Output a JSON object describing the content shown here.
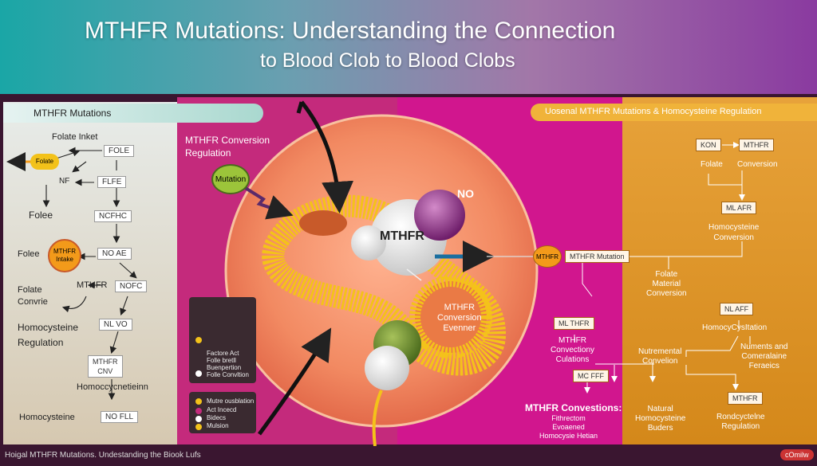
{
  "header": {
    "title_line1": "MTHFR Mutations: Understanding the Connection",
    "title_line2": "to Blood Clob to Blood Clobs"
  },
  "left_panel": {
    "bar_title": "MTHFR Mutations",
    "folate_inket": "Folate Inket",
    "folate_pill": "Folate",
    "nf": "NF",
    "folee1": "Folee",
    "folee2": "Folee",
    "mthfr_intake": "MTHFR Intake",
    "folate_convrie": "Folate\nConvrie",
    "mthfr_small": "MTHFR",
    "homocysteine_regulation": "Homocysteine\nRegulation",
    "mthfr_cnv": "MTHFR\nCNV",
    "homocycnetieinn": "Homoccycnetieinn",
    "homocysteine_bottom": "Homocysteine",
    "boxes": [
      "FOLE",
      "FLFE",
      "NCFHC",
      "NO AE",
      "NOFC",
      "NL VO",
      "NO FLL"
    ]
  },
  "center": {
    "conversion_regulation": "MTHFR Conversion\nRegulation",
    "mutation_pill": "Mutation",
    "mthfr_main": "MTHFR",
    "no_label": "NO",
    "inner_caption": "MTHFR\nConversion\nEvenner",
    "legend1": [
      "Factore Act",
      "Folle bretll",
      "Buenpertion",
      "Folle Convltion"
    ],
    "legend2": [
      "Mutre ousblation",
      "Act Incecd",
      "Bidecs",
      "Mulsion"
    ]
  },
  "right_panel": {
    "bar_title": "Uosenal MTHFR Mutations  &  Homocysteine Regulation",
    "kon_box": "KON",
    "mthfr_box1": "MTHFR",
    "folate": "Folate",
    "conversion": "Conversion",
    "ml_afr": "ML AFR",
    "homocysteine_conversion": "Homocysteine\nConversion",
    "mutation_chip": "MTHFR",
    "mutation_box": "MTHFR Mutation",
    "folate_material": "Folate\nMaterial\nConversion",
    "ml_aff": "NL AFF",
    "homocystation": "HomocyCysItation",
    "mlthfr": "ML THFR",
    "mthfr_cnv_cal": "MTHFR\nConvectiony\nCulations",
    "nutrimental": "Nutremental\nConvelion",
    "numents": "Numents and\nComeralaine\nFeraeics",
    "mc_ff": "MC FFF",
    "natural_homocysteine": "Natural\nHomocysteine\nBuders",
    "mthfr_box_low": "MTHFR",
    "bottom_reg": "Rondcyctelne\nRegulation",
    "conventions_title": "MTHFR Convestions:",
    "conventions_sub": "Fithrectom\nEvoaened\nHomocysie Hetian"
  },
  "footer": {
    "text": "Hoigal MTHFR Mutations. Undestanding the Biook Lufs",
    "logo": "cOmilw"
  },
  "colors": {
    "magenta": "#c42a7c",
    "orange": "#e7a23a",
    "teal": "#1aa6a6",
    "purple": "#8a3aa0"
  }
}
